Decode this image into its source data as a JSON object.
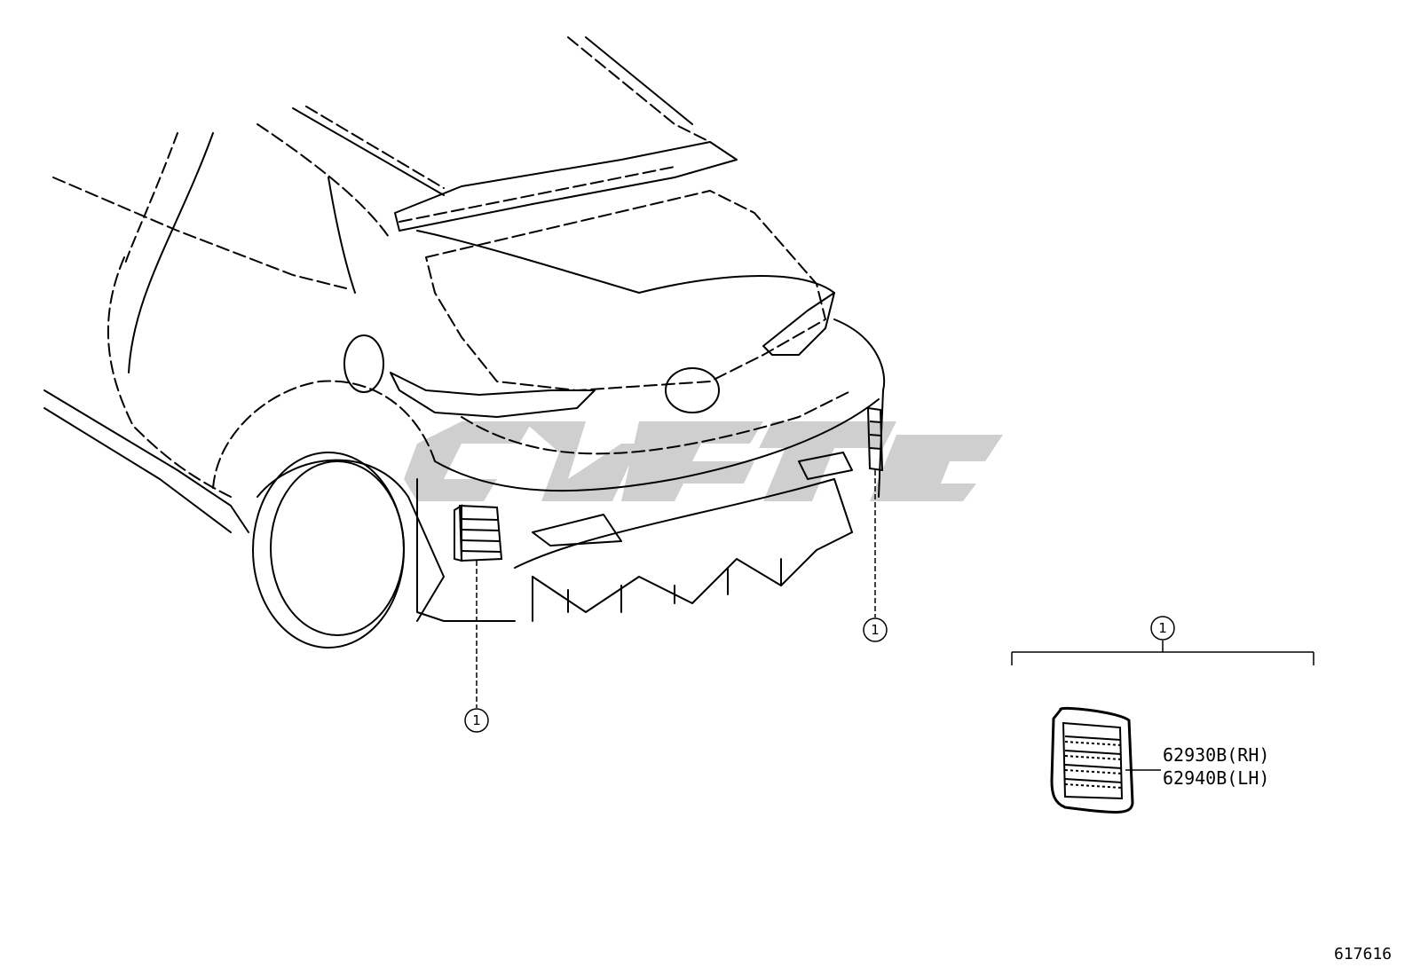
{
  "diagram": {
    "callouts": [
      {
        "number": "1"
      },
      {
        "number": "1"
      },
      {
        "number": "1"
      }
    ],
    "parts": [
      {
        "number": "62930B(RH)"
      },
      {
        "number": "62940B(LH)"
      }
    ],
    "diagram_id": "617616",
    "watermark_color": "#cfcfcf"
  }
}
